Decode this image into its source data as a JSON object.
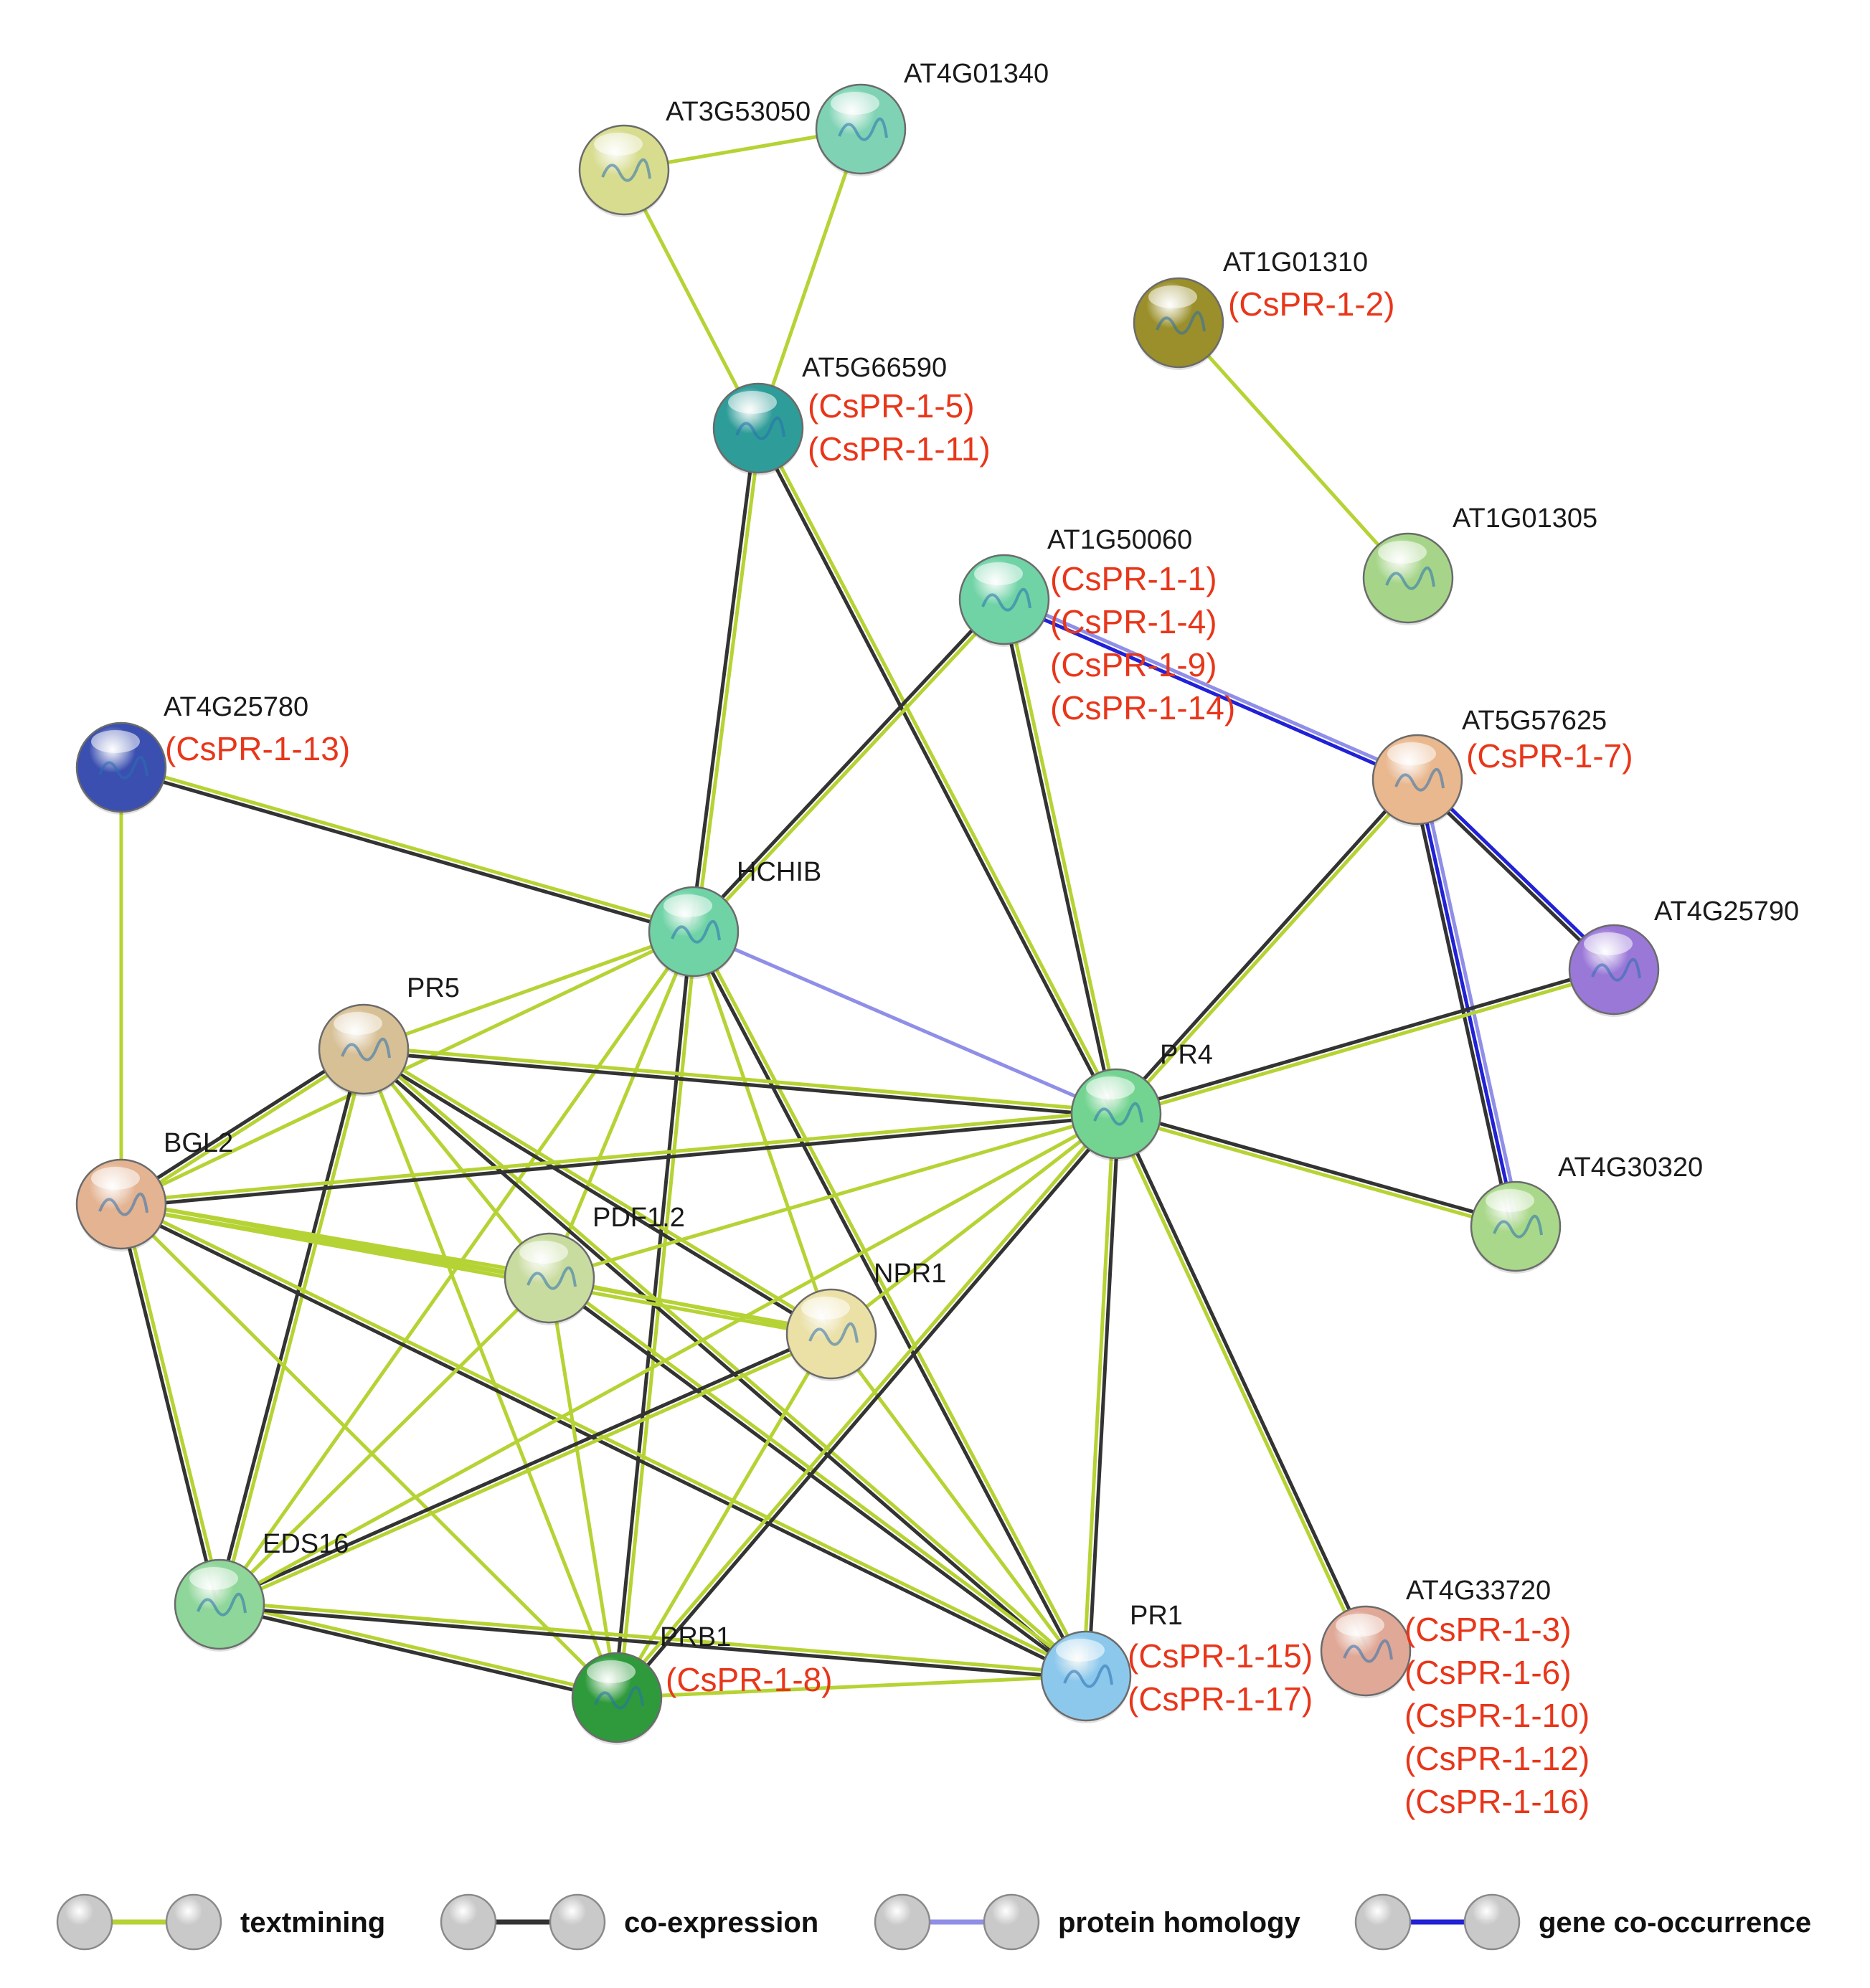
{
  "colors": {
    "textmining": "#b5d334",
    "coexpression": "#333333",
    "homology": "#8f8fe8",
    "cooccurrence": "#2121d6",
    "label": "#1a1a1a",
    "sublabel": "#e8361a"
  },
  "nodes": [
    {
      "id": "AT4G01340",
      "label": "AT4G01340",
      "color": "#7fd3b4",
      "subs": []
    },
    {
      "id": "AT3G53050",
      "label": "AT3G53050",
      "color": "#d7dc8f",
      "subs": []
    },
    {
      "id": "AT1G01310",
      "label": "AT1G01310",
      "color": "#9a8f2a",
      "subs": [
        "(CsPR-1-2)"
      ]
    },
    {
      "id": "AT5G66590",
      "label": "AT5G66590",
      "color": "#2e9c98",
      "subs": [
        "(CsPR-1-5)",
        "(CsPR-1-11)"
      ]
    },
    {
      "id": "AT1G01305",
      "label": "AT1G01305",
      "color": "#a6d58a",
      "subs": []
    },
    {
      "id": "AT1G50060",
      "label": "AT1G50060",
      "color": "#6fd3a6",
      "subs": [
        "(CsPR-1-1)",
        "(CsPR-1-4)",
        "(CsPR-1-9)",
        "(CsPR-1-14)"
      ]
    },
    {
      "id": "AT4G25780",
      "label": "AT4G25780",
      "color": "#3a4fb0",
      "subs": [
        "(CsPR-1-13)"
      ]
    },
    {
      "id": "AT5G57625",
      "label": "AT5G57625",
      "color": "#e9b88f",
      "subs": [
        "(CsPR-1-7)"
      ]
    },
    {
      "id": "HCHIB",
      "label": "HCHIB",
      "color": "#6fd3a6",
      "subs": []
    },
    {
      "id": "AT4G25790",
      "label": "AT4G25790",
      "color": "#9a78d8",
      "subs": []
    },
    {
      "id": "PR5",
      "label": "PR5",
      "color": "#d7c096",
      "subs": []
    },
    {
      "id": "PR4",
      "label": "PR4",
      "color": "#72d490",
      "subs": []
    },
    {
      "id": "BGL2",
      "label": "BGL2",
      "color": "#e3b392",
      "subs": []
    },
    {
      "id": "AT4G30320",
      "label": "AT4G30320",
      "color": "#a9d88a",
      "subs": []
    },
    {
      "id": "PDF1.2",
      "label": "PDF1.2",
      "color": "#c9dca0",
      "subs": []
    },
    {
      "id": "NPR1",
      "label": "NPR1",
      "color": "#ebe0a6",
      "subs": []
    },
    {
      "id": "EDS16",
      "label": "EDS16",
      "color": "#8fd69a",
      "subs": []
    },
    {
      "id": "AT4G33720",
      "label": "AT4G33720",
      "color": "#e0a896",
      "subs": [
        "(CsPR-1-3)",
        "(CsPR-1-6)",
        "(CsPR-1-10)",
        "(CsPR-1-12)",
        "(CsPR-1-16)"
      ]
    },
    {
      "id": "PR1",
      "label": "PR1",
      "color": "#8cc8ec",
      "subs": [
        "(CsPR-1-15)",
        "(CsPR-1-17)"
      ]
    },
    {
      "id": "PRB1",
      "label": "PRB1",
      "color": "#2e9a3c",
      "subs": [
        "(CsPR-1-8)"
      ]
    }
  ],
  "edges": [
    {
      "a": "AT3G53050",
      "b": "AT4G01340",
      "types": [
        "textmining"
      ]
    },
    {
      "a": "AT4G01340",
      "b": "AT5G66590",
      "types": [
        "textmining"
      ]
    },
    {
      "a": "AT3G53050",
      "b": "AT5G66590",
      "types": [
        "textmining"
      ]
    },
    {
      "a": "AT1G01310",
      "b": "AT1G01305",
      "types": [
        "textmining"
      ]
    },
    {
      "a": "AT5G66590",
      "b": "HCHIB",
      "types": [
        "textmining",
        "coexpression"
      ]
    },
    {
      "a": "AT5G66590",
      "b": "PR4",
      "types": [
        "textmining",
        "coexpression"
      ]
    },
    {
      "a": "AT1G50060",
      "b": "HCHIB",
      "types": [
        "textmining",
        "coexpression"
      ]
    },
    {
      "a": "AT1G50060",
      "b": "PR4",
      "types": [
        "textmining",
        "coexpression"
      ]
    },
    {
      "a": "AT1G50060",
      "b": "AT5G57625",
      "types": [
        "homology",
        "cooccurrence"
      ]
    },
    {
      "a": "AT5G57625",
      "b": "PR4",
      "types": [
        "textmining",
        "coexpression"
      ]
    },
    {
      "a": "AT5G57625",
      "b": "AT4G25790",
      "types": [
        "cooccurrence",
        "coexpression"
      ]
    },
    {
      "a": "AT5G57625",
      "b": "AT4G30320",
      "types": [
        "homology",
        "cooccurrence",
        "coexpression"
      ]
    },
    {
      "a": "AT4G25790",
      "b": "PR4",
      "types": [
        "textmining",
        "coexpression"
      ]
    },
    {
      "a": "AT4G30320",
      "b": "PR4",
      "types": [
        "textmining",
        "coexpression"
      ]
    },
    {
      "a": "AT4G25780",
      "b": "HCHIB",
      "types": [
        "textmining",
        "coexpression"
      ]
    },
    {
      "a": "AT4G25780",
      "b": "BGL2",
      "types": [
        "textmining"
      ]
    },
    {
      "a": "HCHIB",
      "b": "PR4",
      "types": [
        "homology"
      ]
    },
    {
      "a": "HCHIB",
      "b": "PR5",
      "types": [
        "textmining"
      ]
    },
    {
      "a": "HCHIB",
      "b": "BGL2",
      "types": [
        "textmining"
      ]
    },
    {
      "a": "HCHIB",
      "b": "PDF1.2",
      "types": [
        "textmining"
      ]
    },
    {
      "a": "HCHIB",
      "b": "NPR1",
      "types": [
        "textmining"
      ]
    },
    {
      "a": "HCHIB",
      "b": "EDS16",
      "types": [
        "textmining"
      ]
    },
    {
      "a": "HCHIB",
      "b": "PRB1",
      "types": [
        "textmining",
        "coexpression"
      ]
    },
    {
      "a": "HCHIB",
      "b": "PR1",
      "types": [
        "textmining",
        "coexpression"
      ]
    },
    {
      "a": "PR5",
      "b": "PR4",
      "types": [
        "textmining",
        "coexpression"
      ]
    },
    {
      "a": "PR5",
      "b": "BGL2",
      "types": [
        "textmining",
        "coexpression"
      ]
    },
    {
      "a": "PR5",
      "b": "PDF1.2",
      "types": [
        "textmining"
      ]
    },
    {
      "a": "PR5",
      "b": "NPR1",
      "types": [
        "textmining",
        "coexpression"
      ]
    },
    {
      "a": "PR5",
      "b": "EDS16",
      "types": [
        "textmining",
        "coexpression"
      ]
    },
    {
      "a": "PR5",
      "b": "PRB1",
      "types": [
        "textmining"
      ]
    },
    {
      "a": "PR5",
      "b": "PR1",
      "types": [
        "textmining",
        "coexpression"
      ]
    },
    {
      "a": "BGL2",
      "b": "PR4",
      "types": [
        "textmining",
        "coexpression"
      ]
    },
    {
      "a": "BGL2",
      "b": "PDF1.2",
      "types": [
        "textmining",
        "textmining"
      ]
    },
    {
      "a": "BGL2",
      "b": "NPR1",
      "types": [
        "textmining",
        "textmining"
      ]
    },
    {
      "a": "BGL2",
      "b": "EDS16",
      "types": [
        "textmining",
        "coexpression"
      ]
    },
    {
      "a": "BGL2",
      "b": "PRB1",
      "types": [
        "textmining"
      ]
    },
    {
      "a": "BGL2",
      "b": "PR1",
      "types": [
        "textmining",
        "coexpression"
      ]
    },
    {
      "a": "PDF1.2",
      "b": "PR4",
      "types": [
        "textmining"
      ]
    },
    {
      "a": "PDF1.2",
      "b": "NPR1",
      "types": [
        "textmining"
      ]
    },
    {
      "a": "PDF1.2",
      "b": "PR1",
      "types": [
        "textmining",
        "coexpression"
      ]
    },
    {
      "a": "PDF1.2",
      "b": "PRB1",
      "types": [
        "textmining"
      ]
    },
    {
      "a": "PDF1.2",
      "b": "EDS16",
      "types": [
        "textmining"
      ]
    },
    {
      "a": "NPR1",
      "b": "PR4",
      "types": [
        "textmining"
      ]
    },
    {
      "a": "NPR1",
      "b": "EDS16",
      "types": [
        "textmining",
        "coexpression"
      ]
    },
    {
      "a": "NPR1",
      "b": "PRB1",
      "types": [
        "textmining"
      ]
    },
    {
      "a": "NPR1",
      "b": "PR1",
      "types": [
        "textmining"
      ]
    },
    {
      "a": "EDS16",
      "b": "PR4",
      "types": [
        "textmining"
      ]
    },
    {
      "a": "EDS16",
      "b": "PRB1",
      "types": [
        "textmining",
        "coexpression"
      ]
    },
    {
      "a": "EDS16",
      "b": "PR1",
      "types": [
        "textmining",
        "coexpression"
      ]
    },
    {
      "a": "PRB1",
      "b": "PR4",
      "types": [
        "textmining",
        "coexpression"
      ]
    },
    {
      "a": "PRB1",
      "b": "PR1",
      "types": [
        "textmining"
      ]
    },
    {
      "a": "PR1",
      "b": "PR4",
      "types": [
        "textmining",
        "coexpression"
      ]
    },
    {
      "a": "AT4G33720",
      "b": "PR4",
      "types": [
        "textmining",
        "coexpression"
      ]
    }
  ],
  "legend": [
    {
      "type": "textmining",
      "label": "textmining"
    },
    {
      "type": "coexpression",
      "label": "co-expression"
    },
    {
      "type": "homology",
      "label": "protein homology"
    },
    {
      "type": "cooccurrence",
      "label": "gene co-occurrence"
    }
  ]
}
